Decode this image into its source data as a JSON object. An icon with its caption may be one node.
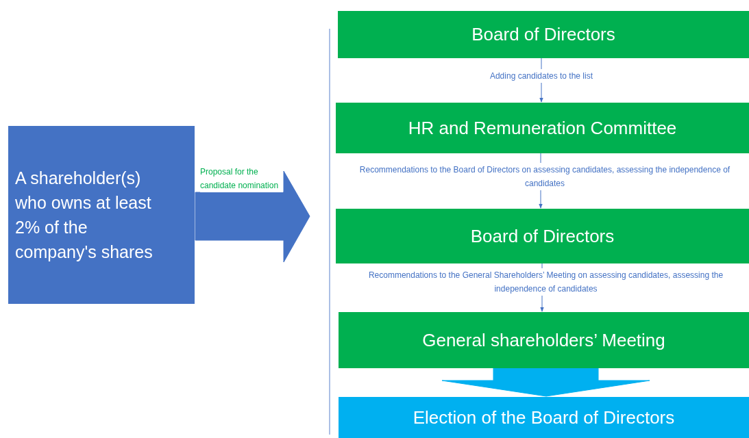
{
  "diagram": {
    "nodes": [
      {
        "text": [
          "A shareholder(s) who owns at least 2% of the company's shares"
        ]
      },
      {
        "text": [
          "Board of Directors"
        ]
      },
      {
        "text": [
          "HR and Remuneration Committee"
        ]
      },
      {
        "text": [
          "Board of Directors"
        ]
      },
      {
        "text": [
          "General shareholders’ Meeting"
        ]
      },
      {
        "text": [
          "Election of the Board of Directors"
        ]
      }
    ],
    "edges": [
      {
        "from": 0,
        "to": null,
        "arrow": "to",
        "label": "Proposal for the candidate nomination",
        "style": "thick"
      },
      {
        "from": 1,
        "to": 2,
        "arrow": "to",
        "label": "Adding candidates to the list"
      },
      {
        "from": 2,
        "to": 3,
        "arrow": "to",
        "label": "Recommendations to the Board of Directors on assessing candidates, assessing the independence of candidates"
      },
      {
        "from": 3,
        "to": 4,
        "arrow": "to",
        "label": "Recommendations to the General Shareholders’ Meeting on assessing candidates, assessing the independence of candidates"
      },
      {
        "from": 4,
        "to": 5,
        "arrow": "to",
        "style": "thick",
        "color": "#00b0f0"
      }
    ]
  }
}
